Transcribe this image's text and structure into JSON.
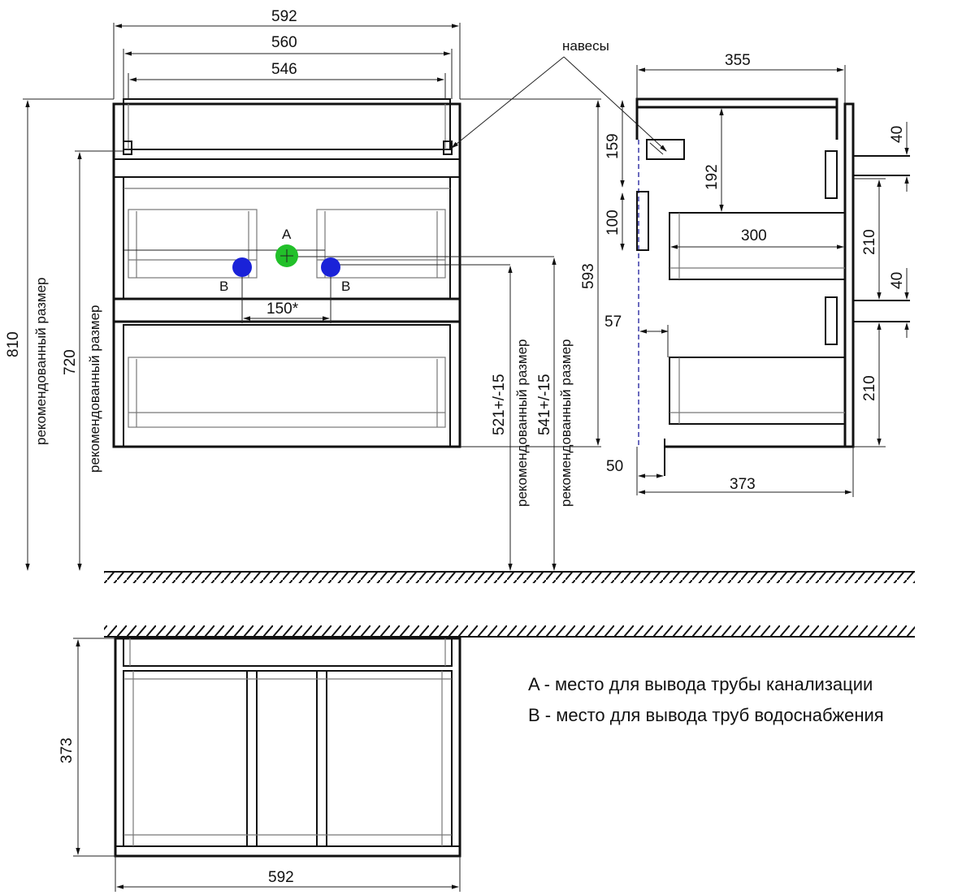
{
  "colors": {
    "line": "#111111",
    "pipe_a": "#22c02a",
    "pipe_b": "#1a22d8",
    "wall_depth_line": "#3a3aa8"
  },
  "front_view": {
    "width_overall": "592",
    "width_inner": "560",
    "width_drawer": "546",
    "hinges_label": "навесы",
    "height_total": "810",
    "height_total_note": "рекомендованный размер",
    "height_mount": "720",
    "height_mount_note": "рекомендованный размер",
    "pipe_a_letter": "A",
    "pipe_b_left_letter": "B",
    "pipe_b_right_letter": "B",
    "pipe_spacing": "150*",
    "height_b": "521+/-15",
    "height_b_note": "рекомендованный размер",
    "height_a": "541+/-15",
    "height_a_note": "рекомендованный размер"
  },
  "side_view": {
    "depth_top": "355",
    "height_body": "593",
    "offset_hinge": "159",
    "handle_height": "100",
    "drawer_offset": "192",
    "drawer_depth": "300",
    "offset_57": "57",
    "offset_50": "50",
    "depth_bottom": "373",
    "handle_40_top": "40",
    "drawer_210_top": "210",
    "handle_40_bottom": "40",
    "drawer_210_bottom": "210"
  },
  "plan_view": {
    "depth": "373",
    "width": "592"
  },
  "legend": {
    "a": "A - место для вывода трубы канализации",
    "b": "B - место для вывода труб водоснабжения"
  }
}
